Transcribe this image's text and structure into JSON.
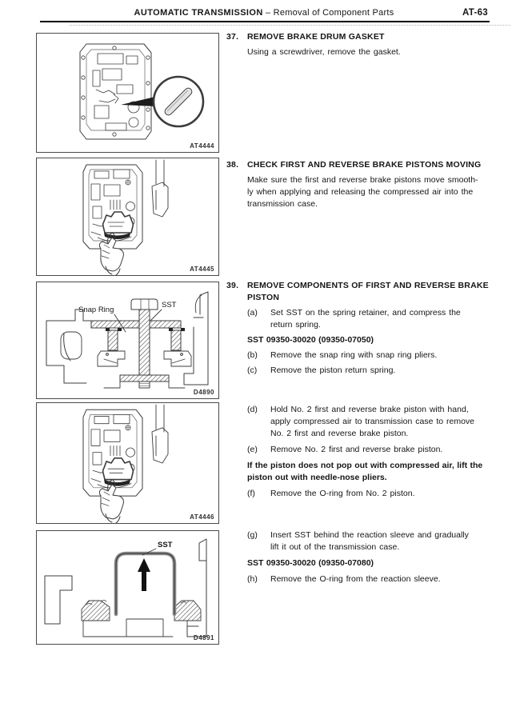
{
  "header": {
    "title_bold": "AUTOMATIC TRANSMISSION",
    "title_rest": " – Removal of Component Parts",
    "page_number": "AT-63"
  },
  "steps": {
    "s37": {
      "number": "37.",
      "heading": "REMOVE BRAKE DRUM GASKET",
      "body": "Using a screwdriver, remove the gasket."
    },
    "s38": {
      "number": "38.",
      "heading": "CHECK FIRST AND REVERSE BRAKE PISTONS MOVING",
      "body": "Make sure the first and reverse brake pistons move smooth-\nly when applying and releasing the compressed air into the\ntransmission case."
    },
    "s39": {
      "number": "39.",
      "heading": "REMOVE COMPONENTS OF FIRST AND REVERSE BRAKE\nPISTON",
      "item_a_label": "(a)",
      "item_a": "Set SST on the spring retainer, and compress the\nreturn spring.",
      "sst_1": "SST 09350-30020 (09350-07050)",
      "item_b_label": "(b)",
      "item_b": "Remove the snap ring with snap ring pliers.",
      "item_c_label": "(c)",
      "item_c": "Remove the piston return spring.",
      "item_d_label": "(d)",
      "item_d": "Hold No. 2 first and reverse brake piston with hand,\napply compressed air to transmission case to remove\nNo. 2 first and reverse brake piston.",
      "item_e_label": "(e)",
      "item_e": "Remove No. 2 first and reverse brake piston.",
      "note": "If the piston does not pop out with compressed air, lift the\npiston out with needle-nose pliers.",
      "item_f_label": "(f)",
      "item_f": "Remove the O-ring from No. 2 piston.",
      "item_g_label": "(g)",
      "item_g": "Insert SST behind the reaction sleeve and gradually\nlift it out of the transmission case.",
      "sst_2": "SST 09350-30020 (09350-07080)",
      "item_h_label": "(h)",
      "item_h": "Remove the O-ring from the reaction sleeve."
    }
  },
  "figures": {
    "f1": {
      "code": "AT4444"
    },
    "f2": {
      "code": "AT4445"
    },
    "f3": {
      "code": "D4890",
      "label_snap_ring": "Snap Ring",
      "label_sst": "SST"
    },
    "f4": {
      "code": "AT4446"
    },
    "f5": {
      "code": "D4891",
      "label_sst": "SST"
    }
  },
  "colors": {
    "ink": "#161616",
    "line": "#3c3c3c"
  }
}
